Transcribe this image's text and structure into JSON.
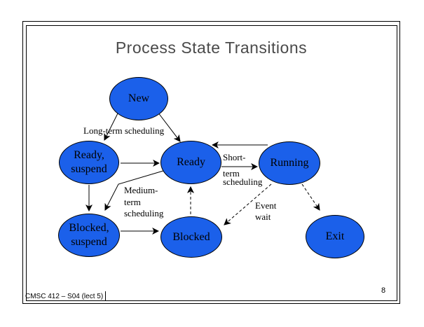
{
  "slide": {
    "title": "Process State Transitions",
    "footer": "CMSC 412 – S04  (lect 5)",
    "page_number": "8"
  },
  "colors": {
    "node_fill": "#1b60ea",
    "node_stroke": "#000000",
    "title_color": "#4a4a4a",
    "background": "#ffffff"
  },
  "diagram": {
    "type": "state-diagram",
    "nodes": [
      {
        "id": "new",
        "label": "New"
      },
      {
        "id": "ready-suspend",
        "label": "Ready,\nsuspend"
      },
      {
        "id": "ready",
        "label": "Ready"
      },
      {
        "id": "running",
        "label": "Running"
      },
      {
        "id": "blocked-suspend",
        "label": "Blocked,\nsuspend"
      },
      {
        "id": "blocked",
        "label": "Blocked"
      },
      {
        "id": "exit",
        "label": "Exit"
      }
    ],
    "labels": {
      "long_term": "Long-term scheduling",
      "short_term": [
        "Short-",
        "term",
        "scheduling"
      ],
      "medium_term": "Medium-\nterm\nscheduling",
      "event_wait": "Event\nwait"
    },
    "edges": [
      {
        "from": "New",
        "to": "Ready, suspend",
        "style": "solid",
        "label": "Long-term scheduling"
      },
      {
        "from": "New",
        "to": "Ready",
        "style": "solid",
        "label": "Long-term scheduling"
      },
      {
        "from": "Ready, suspend",
        "to": "Ready",
        "style": "solid",
        "label": ""
      },
      {
        "from": "Running",
        "to": "Ready",
        "style": "solid",
        "label": ""
      },
      {
        "from": "Ready",
        "to": "Running",
        "style": "solid",
        "label": "Short-term scheduling"
      },
      {
        "from": "Ready, suspend",
        "to": "Blocked, suspend",
        "style": "solid",
        "label": ""
      },
      {
        "from": "Ready",
        "to": "Blocked, suspend",
        "style": "solid",
        "label": "Medium-term scheduling"
      },
      {
        "from": "Blocked, suspend",
        "to": "Blocked",
        "style": "solid",
        "label": ""
      },
      {
        "from": "Blocked",
        "to": "Ready",
        "style": "dashed",
        "label": ""
      },
      {
        "from": "Running",
        "to": "Blocked",
        "style": "dashed",
        "label": "Event wait"
      },
      {
        "from": "Running",
        "to": "Exit",
        "style": "dashed",
        "label": ""
      }
    ]
  }
}
